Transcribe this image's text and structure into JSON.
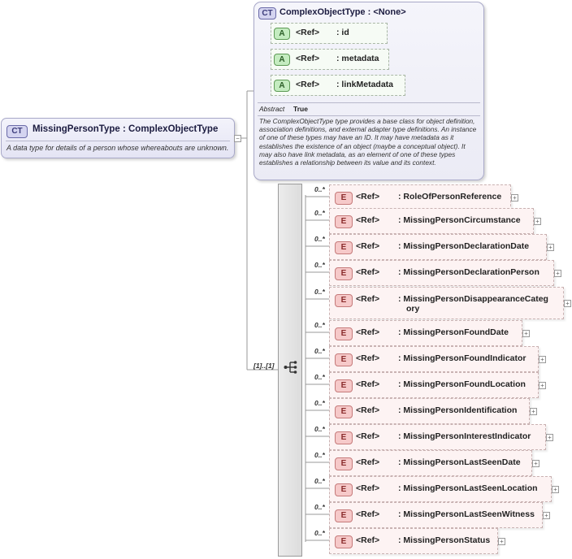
{
  "main_type": {
    "badge": "CT",
    "title": "MissingPersonType : ComplexObjectType",
    "description": "A data type for details of a person whose whereabouts are unknown."
  },
  "base_type": {
    "badge": "CT",
    "title": "ComplexObjectType : <None>",
    "attributes": [
      {
        "badge": "A",
        "ref": "<Ref>",
        "name": ": id"
      },
      {
        "badge": "A",
        "ref": "<Ref>",
        "name": ": metadata"
      },
      {
        "badge": "A",
        "ref": "<Ref>",
        "name": ": linkMetadata"
      }
    ],
    "abstract_label": "Abstract",
    "abstract_value": "True",
    "description": "The ComplexObjectType type provides a base class for object definition, association definitions, and external adapter type definitions. An instance of one of these types may have an ID. It may have metadata as it establishes the existence of an object (maybe a conceptual object). It may also have link metadata, as an element of one of these types establishes a relationship between its value and its context."
  },
  "sequence": {
    "cardinality": "[1]..[1]"
  },
  "elements": [
    {
      "badge": "E",
      "card": "0..*",
      "ref": "<Ref>",
      "name": ": RoleOfPersonReference"
    },
    {
      "badge": "E",
      "card": "0..*",
      "ref": "<Ref>",
      "name": ": MissingPersonCircumstance"
    },
    {
      "badge": "E",
      "card": "0..*",
      "ref": "<Ref>",
      "name": ": MissingPersonDeclarationDate"
    },
    {
      "badge": "E",
      "card": "0..*",
      "ref": "<Ref>",
      "name": ": MissingPersonDeclarationPerson"
    },
    {
      "badge": "E",
      "card": "0..*",
      "ref": "<Ref>",
      "name": ": MissingPersonDisappearanceCateg",
      "name_line2": "ory"
    },
    {
      "badge": "E",
      "card": "0..*",
      "ref": "<Ref>",
      "name": ": MissingPersonFoundDate"
    },
    {
      "badge": "E",
      "card": "0..*",
      "ref": "<Ref>",
      "name": ": MissingPersonFoundIndicator"
    },
    {
      "badge": "E",
      "card": "0..*",
      "ref": "<Ref>",
      "name": ": MissingPersonFoundLocation"
    },
    {
      "badge": "E",
      "card": "0..*",
      "ref": "<Ref>",
      "name": ": MissingPersonIdentification"
    },
    {
      "badge": "E",
      "card": "0..*",
      "ref": "<Ref>",
      "name": ": MissingPersonInterestIndicator"
    },
    {
      "badge": "E",
      "card": "0..*",
      "ref": "<Ref>",
      "name": ": MissingPersonLastSeenDate"
    },
    {
      "badge": "E",
      "card": "0..*",
      "ref": "<Ref>",
      "name": ": MissingPersonLastSeenLocation"
    },
    {
      "badge": "E",
      "card": "0..*",
      "ref": "<Ref>",
      "name": ": MissingPersonLastSeenWitness"
    },
    {
      "badge": "E",
      "card": "0..*",
      "ref": "<Ref>",
      "name": ": MissingPersonStatus"
    }
  ]
}
